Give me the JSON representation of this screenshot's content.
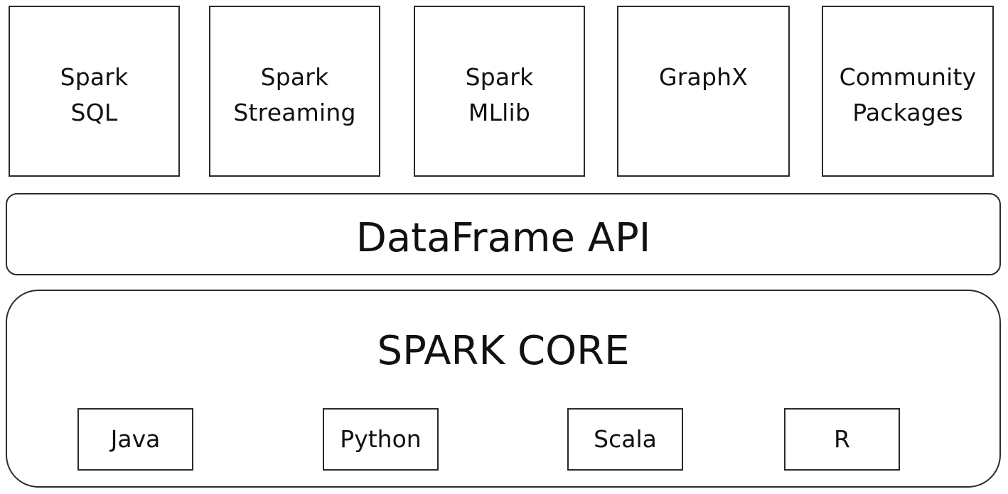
{
  "libraries": [
    {
      "line1": "Spark",
      "line2": "SQL"
    },
    {
      "line1": "Spark",
      "line2": "Streaming"
    },
    {
      "line1": "Spark",
      "line2": "MLlib"
    },
    {
      "line1": "GraphX",
      "line2": ""
    },
    {
      "line1": "Community",
      "line2": "Packages"
    }
  ],
  "dataframe": {
    "label": "DataFrame API"
  },
  "core": {
    "label": "SPARK CORE",
    "languages": [
      "Java",
      "Python",
      "Scala",
      "R"
    ]
  }
}
